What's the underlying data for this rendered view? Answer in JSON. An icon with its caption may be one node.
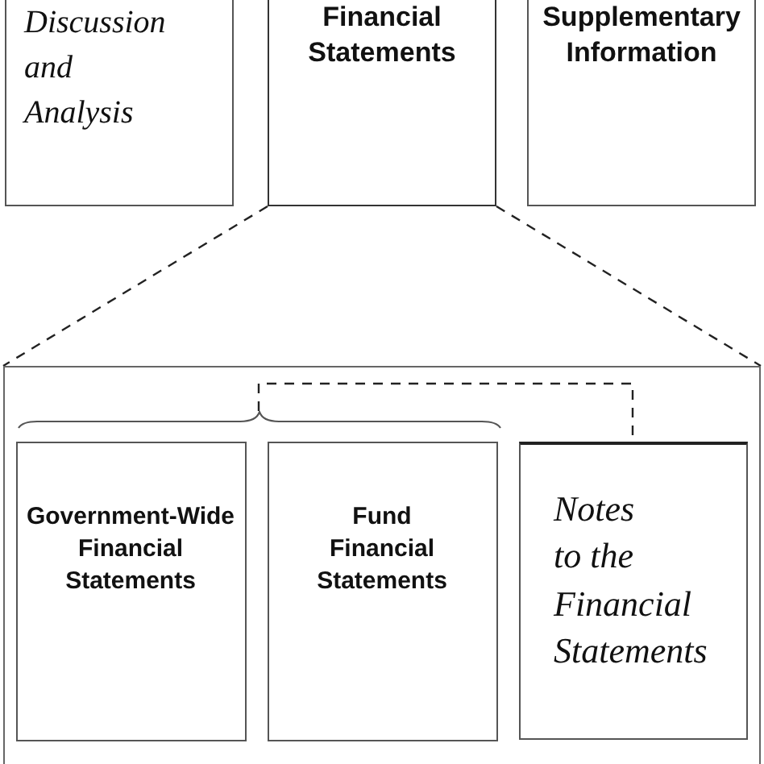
{
  "diagram": {
    "nodes": [
      {
        "text": [
          "Discussion and Analysis"
        ]
      },
      {
        "text": [
          "Financial Statements"
        ]
      },
      {
        "text": [
          "Supplementary Information"
        ]
      },
      {
        "text": [],
        "shape": "box"
      },
      {
        "text": [],
        "shape": "brace",
        "in": 3
      },
      {
        "text": [
          "Government-Wide Financial Statements"
        ],
        "in": 3
      },
      {
        "text": [
          "Fund Financial Statements"
        ],
        "in": 3
      },
      {
        "text": [
          "Notes to the Financial Statements"
        ],
        "in": 3
      }
    ],
    "edges": [
      {
        "from": 1,
        "to": 3,
        "arrow": "none",
        "style": "dashed"
      },
      {
        "from": 1,
        "to": 3,
        "arrow": "none",
        "style": "dashed"
      },
      {
        "from": 4,
        "to": 7,
        "arrow": "none",
        "style": "dashed"
      }
    ]
  }
}
